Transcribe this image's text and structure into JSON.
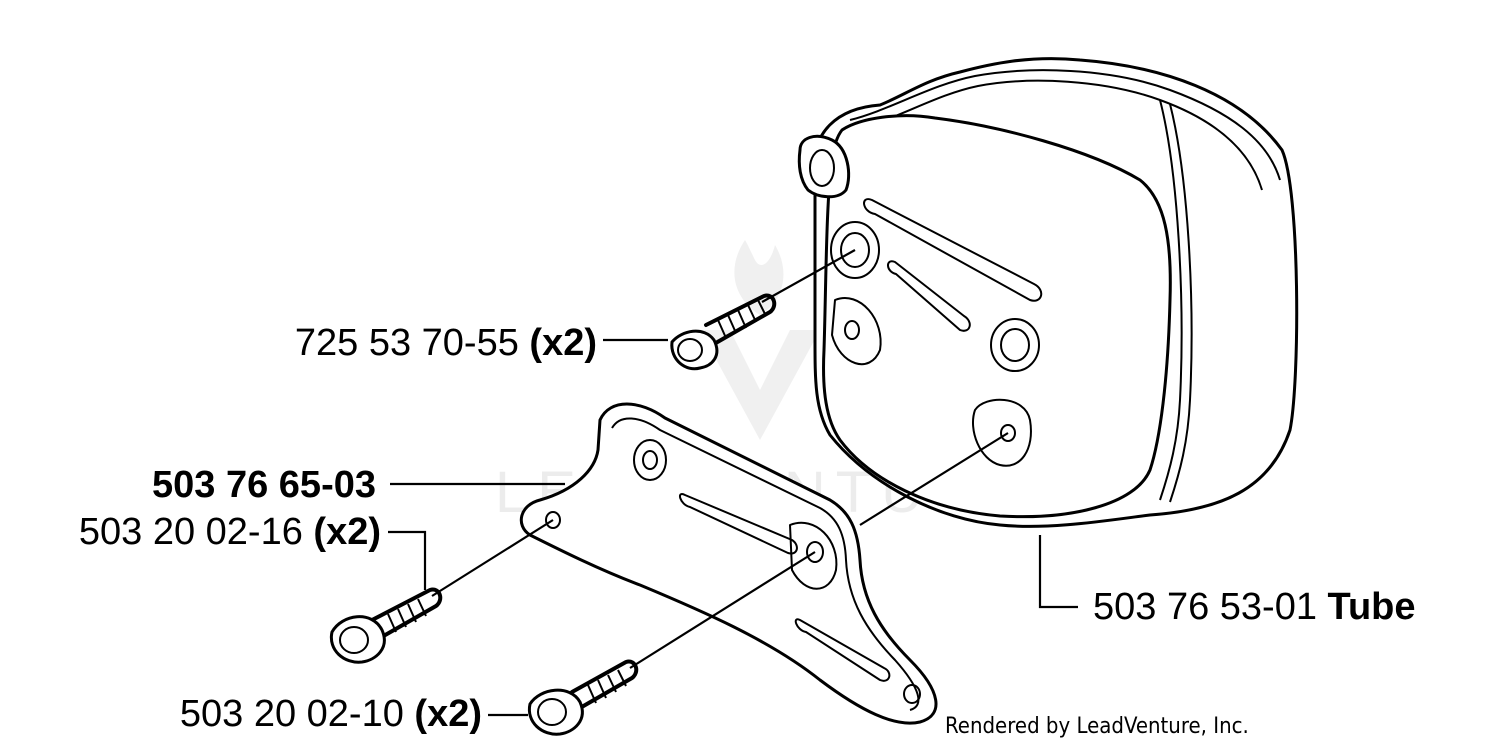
{
  "watermark": {
    "text": "LEADVENTURE"
  },
  "credit": "Rendered by LeadVenture, Inc.",
  "parts": [
    {
      "number": "725 53 70-55",
      "qualifier": "(x2)"
    },
    {
      "number": "503 76 65-03",
      "qualifier": ""
    },
    {
      "number": "503 20 02-16",
      "qualifier": "(x2)"
    },
    {
      "number": "503 20 02-10",
      "qualifier": "(x2)"
    },
    {
      "number": "503 76 53-01",
      "qualifier": "Tube"
    }
  ]
}
